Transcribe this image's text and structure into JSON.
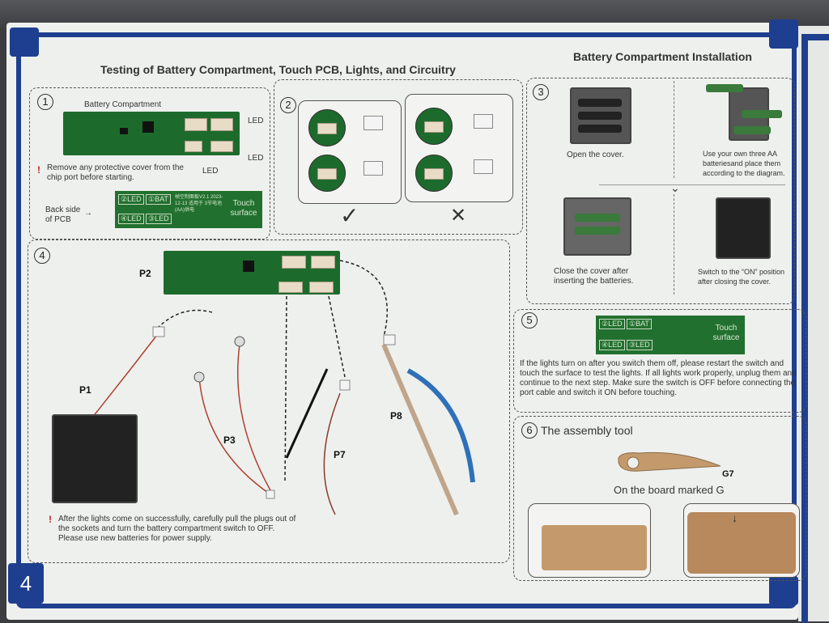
{
  "page": {
    "number": "4"
  },
  "left_title": "Testing of Battery Compartment, Touch PCB, Lights, and Circuitry",
  "right_title": "Battery Compartment Installation",
  "step1": {
    "num": "1",
    "battery_label": "Battery Compartment",
    "led_labels": [
      "LED",
      "LED",
      "LED"
    ],
    "warning": "Remove any protective cover from the chip port before starting.",
    "back_side_label": "Back side of PCB",
    "pcb_back": {
      "led2": "②LED",
      "bat1": "①BAT",
      "led4": "④LED",
      "led3": "③LED",
      "touch": "Touch surface",
      "small_text": "帧空制面板V2.1 2023-12-13 适用于 3节电池(AA)供电"
    }
  },
  "step2": {
    "num": "2",
    "correct_mark": "✓",
    "wrong_mark": "✕"
  },
  "step3": {
    "num": "3",
    "caption_open": "Open the cover.",
    "caption_insert": "Use your own three AA batteriesand place them according to the diagram.",
    "caption_close": "Close the cover after inserting the batteries.",
    "caption_switch": "Switch to the “ON” position after closing the cover."
  },
  "step4": {
    "num": "4",
    "labels": {
      "p1": "P1",
      "p2": "P2",
      "p3": "P3",
      "p7": "P7",
      "p8": "P8"
    },
    "warning": "After the lights come on successfully, carefully pull the plugs out of the sockets and turn the battery compartment switch to OFF. Please use new batteries for power supply."
  },
  "step5": {
    "num": "5",
    "text": "If the lights turn on after you switch them off, please restart the switch and touch the surface to test the lights. If all lights work properly, unplug them and continue to the next step. Make sure the switch is OFF before connecting the port cable and switch it ON before touching."
  },
  "step6": {
    "num": "6",
    "title": "The assembly tool",
    "tool_label": "G7",
    "caption": "On the board marked G"
  },
  "colors": {
    "frame_blue": "#1e3f8f",
    "pcb_green": "#1d6b2c",
    "warning_red": "#c8201e"
  }
}
